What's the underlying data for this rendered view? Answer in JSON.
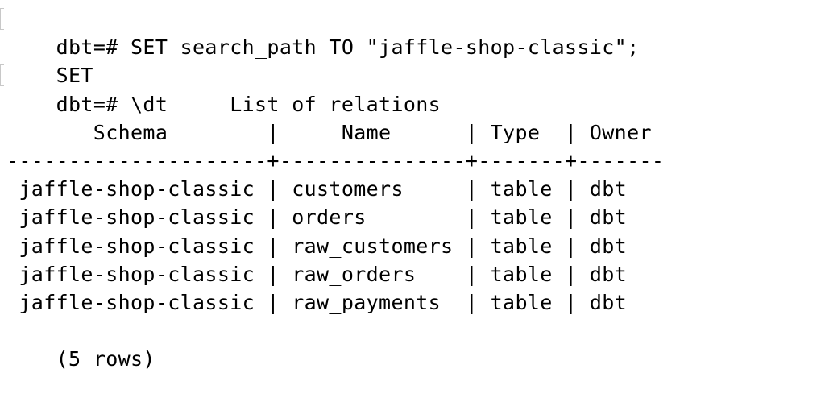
{
  "session": {
    "prompt": "dbt=#",
    "commands": [
      "SET search_path TO \"jaffle-shop-classic\";",
      "\\dt"
    ],
    "set_result": "SET"
  },
  "relations": {
    "title": "List of relations",
    "columns": [
      "Schema",
      "Name",
      "Type",
      "Owner"
    ],
    "rows": [
      [
        "jaffle-shop-classic",
        "customers",
        "table",
        "dbt"
      ],
      [
        "jaffle-shop-classic",
        "orders",
        "table",
        "dbt"
      ],
      [
        "jaffle-shop-classic",
        "raw_customers",
        "table",
        "dbt"
      ],
      [
        "jaffle-shop-classic",
        "raw_orders",
        "table",
        "dbt"
      ],
      [
        "jaffle-shop-classic",
        "raw_payments",
        "table",
        "dbt"
      ]
    ],
    "row_count": "(5 rows)"
  }
}
